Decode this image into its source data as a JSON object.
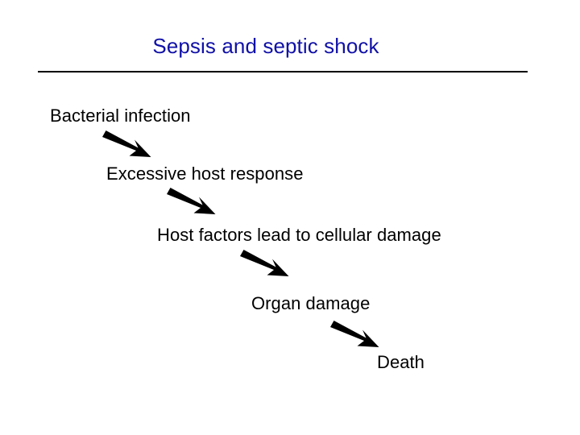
{
  "slide": {
    "title": "Sepsis and septic shock",
    "title_color": "#1111A8",
    "background_color": "#FFFFFF",
    "divider_color": "#000000",
    "body_text_color": "#000000",
    "arrow_color": "#000000"
  },
  "flow": {
    "steps": [
      {
        "label": "Bacterial infection"
      },
      {
        "label": "Excessive host response"
      },
      {
        "label": "Host factors lead to cellular damage"
      },
      {
        "label": "Organ damage"
      },
      {
        "label": "Death"
      }
    ],
    "arrows": [
      {
        "name": "arrow-bacterial-infection-to-excessive-host-response",
        "direction": "down-right"
      },
      {
        "name": "arrow-excessive-host-response-to-host-factors",
        "direction": "down-right"
      },
      {
        "name": "arrow-host-factors-to-organ-damage",
        "direction": "down-right"
      },
      {
        "name": "arrow-organ-damage-to-death",
        "direction": "down-right"
      }
    ]
  }
}
